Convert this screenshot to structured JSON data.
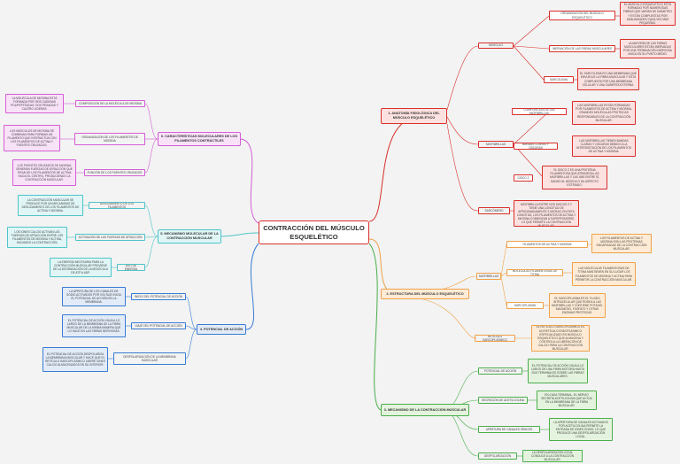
{
  "center": "CONTRACCIÓN DEL MÚSCULO ESQUELÉTICO",
  "colors": {
    "red": "#d9302c",
    "orange": "#f0a14a",
    "green": "#4cae4c",
    "blue": "#3a7bd5",
    "cyan": "#4fc4c9",
    "pink": "#d65ed6"
  },
  "branch1": {
    "title": "1. ANATOMÍA FISIOLÓGICA DEL MÚSCULO ESQUELÉTICO",
    "fibras": "FIBRAS DEL MÚSCULO ESQUELÉTICO",
    "fibras_org": "ORGANIZACIÓN DEL MÚSCULO ESQUELÉTICO",
    "fibras_org_desc": "EL MÚSCULO ESQUELÉTICO ESTÁ FORMADO POR NUMEROSAS FIBRAS QUE VARÍAN DE DIÁMETRO Y ESTÁN COMPUESTAS POR SUBUNIDADES CADA VEZ MÁS PEQUEÑAS.",
    "fibras_inerv": "INERVACIÓN DE LAS FIBRAS MUSCULARES",
    "fibras_inerv_desc": "LA MAYORÍA DE LAS FIBRAS MUSCULARES ESTÁN INERVADAS POR UNA TERMINACIÓN NERVIOSA ÚNICA EN SU PUNTO MEDIO.",
    "sarcolema": "SARCOLEMA",
    "sarcolema_desc": "EL SARCOLEMA ES UNA MEMBRANA QUE ENVUELVE LA FIBRA MUSCULAR Y ESTÁ COMPUESTA POR UNA MEMBRANA CELULAR Y UNA CUBIERTA EXTERNA.",
    "miofibrillas": "MIOFIBRILLAS",
    "miof_comp": "COMPOSICIÓN DE LAS MIOFIBRILLAS",
    "miof_comp_desc": "LAS MIOFIBRILLAS ESTÁN FORMADAS POR FILAMENTOS DE ACTINA Y MIOSINA, GRANDES MOLÉCULAS PROTEICAS RESPONSABLES DE LA CONTRACCIÓN MUSCULAR.",
    "bandas": "BANDAS CLARAS Y OSCURAS",
    "bandas_desc": "LAS MIOFIBRILLAS TIENEN BANDAS CLARAS Y OSCURAS DEBIDO A LA INTERDIGITACIÓN DE LOS FILAMENTOS DE ACTINA Y MIOSINA.",
    "discoz": "DISCO Z",
    "discoz_desc": "EL DISCO Z ES UNA PROTEÍNA FILAMENTOSA QUE ATRAVIESA LAS MIOFIBRILLAS Y LAS UNE ENTRE SÍ, DANDO AL MÚSCULO SU ASPECTO ESTRIADO.",
    "sarcomero": "SARCÓMERO",
    "sarcomero_desc": "LA SARCÓMERA ES LA PORCIÓN DE LA MIOFIBRILLA ENTRE DOS DISCOS Z Y TIENE UNA LONGITUD DE APROXIMADAMENTE 2 MICRAS. EN ESTA LONGITUD, LOS FILAMENTOS DE ACTINA Y MIOSINA COMIENZAN A SUPERPONERSE, LO QUE PERMITE LA CONTRACCIÓN MUSCULAR."
  },
  "branch2": {
    "title": "2. ESTRUCTURA DEL MÚSCULO ESQUELÉTICO",
    "miofibrillas": "MIOFIBRILLAS",
    "filamentos": "FILAMENTOS DE ACTINA Y MIOSINA",
    "filamentos_desc": "LOS FILAMENTOS DE ACTINA Y MIOSINA SON LAS PROTEÍNAS ENCARGADAS DE LA CONTRACCIÓN MUSCULAR.",
    "titina": "MOLÉCULAS FILAMENTOSAS DE TITINA",
    "titina_desc": "LAS MOLÉCULAS FILAMENTOSAS DE TITINA MANTIENEN EN SU LUGAR LOS FILAMENTOS DE MIOSINA Y ACTINA PARA PERMITIR LA CONTRACCIÓN MUSCULAR.",
    "sarcoplasma": "SARCOPLASMA",
    "sarcoplasma_desc": "EL SARCOPLASMA ES EL FLUIDO INTRACELULAR QUE RODEA A LAS MIOFIBRILLAS Y CONTIENE POTASIO, MAGNESIO, FOSFATO Y OTRAS ENZIMAS PROTEICAS.",
    "reticulo": "RETÍCULO SARCOPLÁSMICO",
    "reticulo_desc": "EL RETÍCULO SARCOPLÁSMICO ES UN RETÍCULO ENDOPLÁSMICO ESPECIALIZADO EN MÚSCULO ESQUELÉTICO QUE ALMACENA Y CONTROLA LA LIBERACIÓN DE CALCIO PARA LA CONTRACCIÓN MUSCULAR."
  },
  "branch3": {
    "title": "3. MECANISMO DE LA CONTRACCIÓN MUSCULAR",
    "potencial": "POTENCIAL DE ACCIÓN",
    "potencial_desc": "EL POTENCIAL DE ACCIÓN VIAJA A LO LARGO DE UNA FIBRA MOTORA HASTA SUS TERMINALES SOBRE LAS FIBRAS MUSCULARES.",
    "acetil": "SECRECIÓN DE ACETILCOLINA",
    "acetil_desc": "EN CADA TERMINAL, EL NERVIO SECRETA ACETILCOLINA QUE ACTÚA EN LA MEMBRANA DE LA FIBRA MUSCULAR.",
    "canales": "APERTURA DE CANALES IÓNICOS",
    "canales_desc": "LA APERTURA DE CANALES ACTIVADOS POR ACETILCOLINA PERMITE LA ENTRADA DE IONES SODIO, LO QUE PRODUCE UNA DESPOLARIZACIÓN LOCAL.",
    "despol": "DESPOLARIZACIÓN",
    "despol_desc": "LA DESPOLARIZACIÓN LOCAL CONDUCE A LA CONTRACCIÓN MUSCULAR."
  },
  "branch4": {
    "title": "4. POTENCIAL DE ACCIÓN",
    "inicio": "INICIO DEL POTENCIAL DE ACCIÓN",
    "inicio_desc": "LA APERTURA DE LOS CANALES DE SODIO ACTIVADOS POR VOLTAJE INICIA EL POTENCIAL DE ACCIÓN EN LA MEMBRANA.",
    "viaje": "VIAJE DEL POTENCIAL DE ACCIÓN",
    "viaje_desc": "EL POTENCIAL DE ACCIÓN VIAJA A LO LARGO DE LA MEMBRANA DE LA FIBRA MUSCULAR DE LA MISMA MANERA QUE LO HACE EN LAS FIBRAS NERVIOSAS.",
    "despol": "DESPOLARIZACIÓN DE LA MEMBRANA MUSCULAR",
    "despol_desc": "EL POTENCIAL DE ACCIÓN DESPOLARIZA LA MEMBRANA MUSCULAR Y HACE QUE EL RETÍCULO SARCOPLÁSMICO LIBERE IONES CALCIO ALMACENADOS EN SU INTERIOR."
  },
  "branch5": {
    "title": "5. MECANISMO MOLECULAR DE LA CONTRACCIÓN MUSCULAR",
    "desliz": "DESLIZAMIENTO DE LOS FILAMENTOS",
    "desliz_desc": "LA CONTRACCIÓN MUSCULAR SE PRODUCE POR UN MECANISMO DE DESLIZAMIENTO DE LOS FILAMENTOS DE ACTINA Y MIOSINA.",
    "activacion": "ACTIVACIÓN DE LAS FUERZAS DE ATRACCIÓN",
    "activacion_desc": "LOS IONES CALCIO ACTIVAN LAS FUERZAS DE ATRACCIÓN ENTRE LOS FILAMENTOS DE MIOSINA Y ACTINA, INICIANDO LA CONTRACCIÓN.",
    "energia": "USO DE ENERGÍA",
    "energia_desc": "LA ENERGÍA NECESARIA PARA LA CONTRACCIÓN MUSCULAR PROVIENE DE LA DEGRADACIÓN DE LA MOLÉCULA DE ATP A ADP."
  },
  "branch6": {
    "title": "6. CARACTERÍSTICAS MOLECULARES DE LOS FILAMENTOS CONTRÁCTILES",
    "comp": "COMPOSICIÓN DE LA MOLÉCULA DE MIOSINA",
    "comp_desc": "LA MOLÉCULA DE MIOSINA ESTÁ FORMADA POR SEIS CADENAS POLIPEPTÍDICAS: DOS PESADAS Y CUATRO LIGERAS.",
    "org": "ORGANIZACIÓN DE LOS FILAMENTOS DE MIOSINA",
    "org_desc": "LOS MÚSCULOS DE MIOSINA SE COMBINAN PARA FORMAR UN FILAMENTO QUE INTERACTÚA CON LOS FILAMENTOS DE ACTINA Y PUENTES CRUZADOS.",
    "funcion": "FUNCIÓN DE LOS PUENTES CRUZADOS",
    "funcion_desc": "LOS PUENTES CRUZADOS DE MIOSINA GENERAN FUERZAS DE ATRACCIÓN QUE TIRAN DE LOS FILAMENTOS DE ACTINA HACIA EL CENTRO, PRODUCIENDO LA CONTRACCIÓN MUSCULAR."
  }
}
